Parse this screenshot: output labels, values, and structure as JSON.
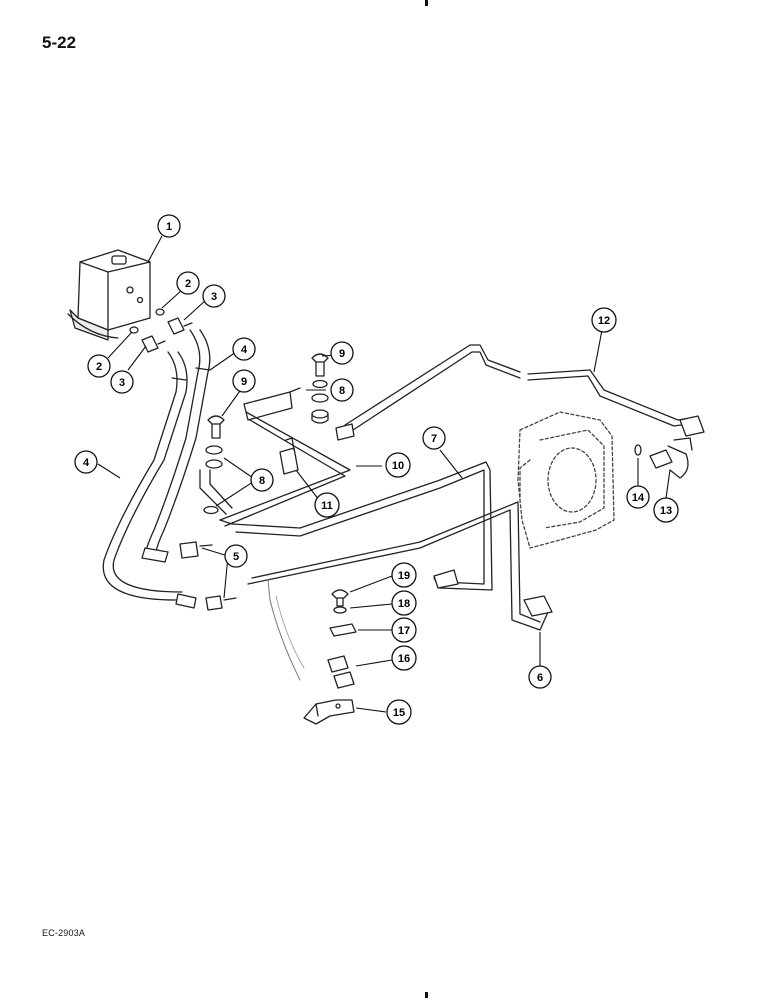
{
  "header": {
    "page_number": "5-22"
  },
  "footer": {
    "figure_code": "EC-2903A"
  },
  "diagram": {
    "callouts": [
      {
        "id": "c1",
        "label": "1"
      },
      {
        "id": "c2a",
        "label": "2"
      },
      {
        "id": "c2b",
        "label": "2"
      },
      {
        "id": "c3a",
        "label": "3"
      },
      {
        "id": "c3b",
        "label": "3"
      },
      {
        "id": "c4a",
        "label": "4"
      },
      {
        "id": "c4b",
        "label": "4"
      },
      {
        "id": "c5",
        "label": "5"
      },
      {
        "id": "c6",
        "label": "6"
      },
      {
        "id": "c7",
        "label": "7"
      },
      {
        "id": "c8a",
        "label": "8"
      },
      {
        "id": "c8b",
        "label": "8"
      },
      {
        "id": "c9a",
        "label": "9"
      },
      {
        "id": "c9b",
        "label": "9"
      },
      {
        "id": "c10",
        "label": "10"
      },
      {
        "id": "c11",
        "label": "11"
      },
      {
        "id": "c12",
        "label": "12"
      },
      {
        "id": "c13",
        "label": "13"
      },
      {
        "id": "c14",
        "label": "14"
      },
      {
        "id": "c15",
        "label": "15"
      },
      {
        "id": "c16",
        "label": "16"
      },
      {
        "id": "c17",
        "label": "17"
      },
      {
        "id": "c18",
        "label": "18"
      },
      {
        "id": "c19",
        "label": "19"
      }
    ]
  }
}
